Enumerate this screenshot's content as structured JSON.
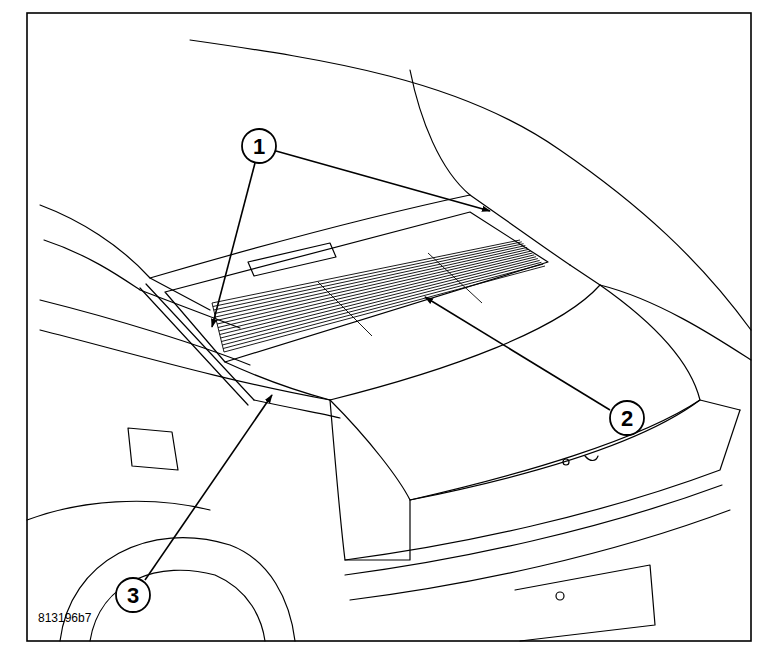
{
  "diagram": {
    "labels": [
      "1",
      "2",
      "3",
      "813196b7"
    ]
  }
}
